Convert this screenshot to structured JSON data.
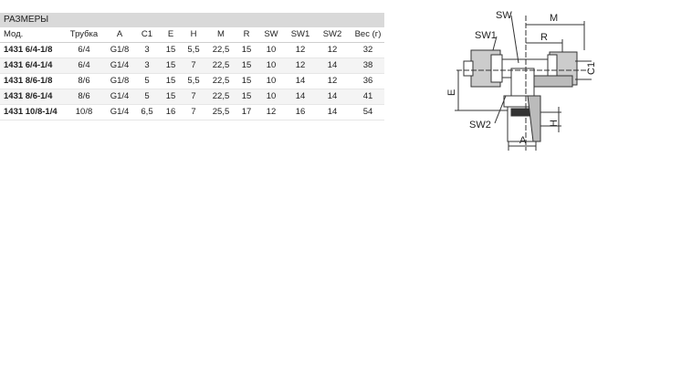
{
  "table": {
    "title": "РАЗМЕРЫ",
    "headers": [
      "Мод.",
      "Трубка",
      "A",
      "C1",
      "E",
      "H",
      "M",
      "R",
      "SW",
      "SW1",
      "SW2",
      "Вес (г)"
    ],
    "rows": [
      [
        "1431 6/4-1/8",
        "6/4",
        "G1/8",
        "3",
        "15",
        "5,5",
        "22,5",
        "15",
        "10",
        "12",
        "12",
        "32"
      ],
      [
        "1431 6/4-1/4",
        "6/4",
        "G1/4",
        "3",
        "15",
        "7",
        "22,5",
        "15",
        "10",
        "12",
        "14",
        "38"
      ],
      [
        "1431 8/6-1/8",
        "8/6",
        "G1/8",
        "5",
        "15",
        "5,5",
        "22,5",
        "15",
        "10",
        "14",
        "12",
        "36"
      ],
      [
        "1431 8/6-1/4",
        "8/6",
        "G1/4",
        "5",
        "15",
        "7",
        "22,5",
        "15",
        "10",
        "14",
        "14",
        "41"
      ],
      [
        "1431 10/8-1/4",
        "10/8",
        "G1/4",
        "6,5",
        "16",
        "7",
        "25,5",
        "17",
        "12",
        "16",
        "14",
        "54"
      ]
    ]
  },
  "drawing": {
    "labels": {
      "sw": "SW",
      "m": "M",
      "sw1": "SW1",
      "r": "R",
      "c1": "C1",
      "e": "E",
      "sw2": "SW2",
      "h": "H",
      "a": "A"
    }
  }
}
